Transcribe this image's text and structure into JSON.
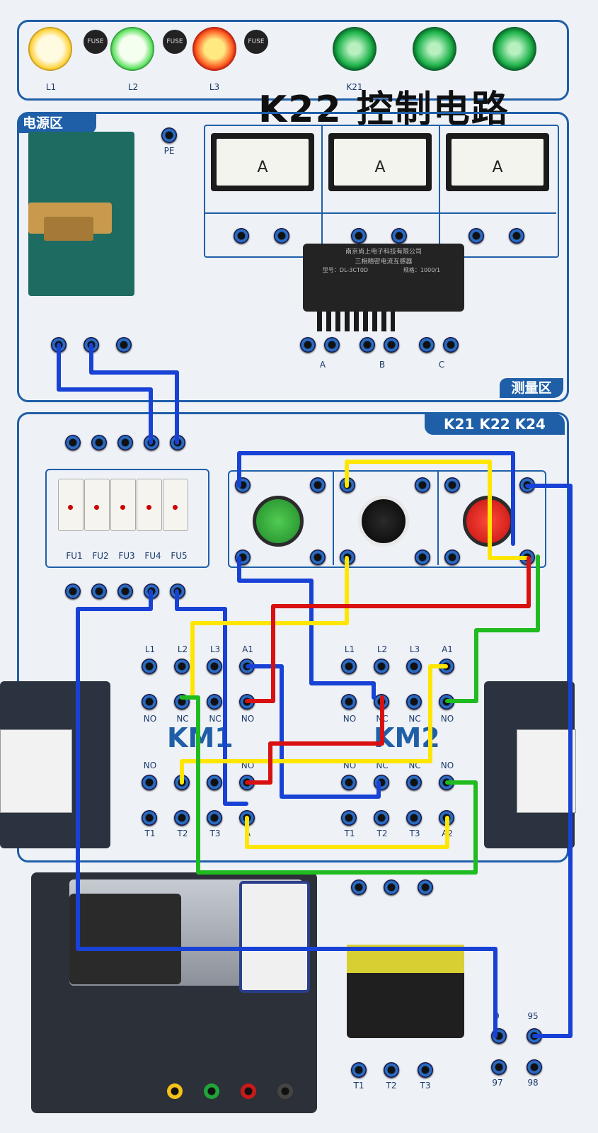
{
  "title": "K22 控制电路",
  "sections": {
    "power": "电源区",
    "measure": "测量区",
    "circuits": "K21 K22 K24"
  },
  "lamp_labels": [
    "L1",
    "L2",
    "L3",
    "K21"
  ],
  "fuse_caps": [
    "FUSE",
    "FUSE",
    "FUSE"
  ],
  "pe_label": "PE",
  "meter_unit": "A",
  "ct_labels": {
    "maker": "南京尚上电子科技有限公司",
    "name": "三相精密电流互感器",
    "model": "型号：DL-3CT0D",
    "spec": "规格：1000/1"
  },
  "phase_labels": [
    "A",
    "B",
    "C"
  ],
  "fuse_labels": [
    "FU1",
    "FU2",
    "FU3",
    "FU4",
    "FU5"
  ],
  "km1": {
    "name": "KM1",
    "top_labels": [
      "L1",
      "L2",
      "L3",
      "A1"
    ],
    "mid_labels": [
      "NO",
      "NC",
      "NC",
      "NO"
    ],
    "low_labels": [
      "NO",
      "",
      "",
      "NO"
    ],
    "bottom_labels": [
      "T1",
      "T2",
      "T3",
      "A"
    ]
  },
  "km2": {
    "name": "KM2",
    "top_labels": [
      "L1",
      "L2",
      "L3",
      "A1"
    ],
    "mid_labels": [
      "NO",
      "NC",
      "NC",
      "NO"
    ],
    "low_labels": [
      "NO",
      "NC",
      "NC",
      "NO"
    ],
    "bottom_labels": [
      "T1",
      "T2",
      "T3",
      "A2"
    ]
  },
  "relay_labels": [
    "T1",
    "T2",
    "T3"
  ],
  "overload_labels": {
    "a": "9",
    "b": "95",
    "c": "97",
    "d": "98"
  },
  "colors": {
    "blue": "#1842d6",
    "yellow": "#ffe600",
    "red": "#d81010",
    "green": "#1fbb1f",
    "panel": "#1f5fa8"
  }
}
